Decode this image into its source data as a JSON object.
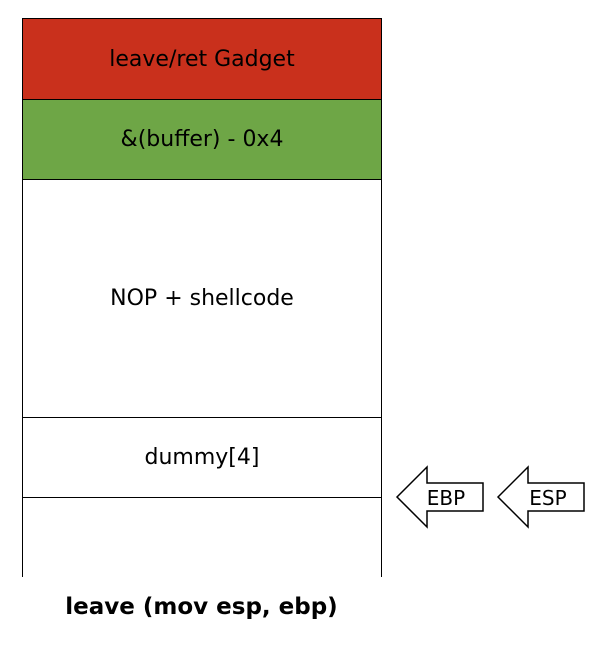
{
  "stack": {
    "cells": [
      {
        "label": "leave/ret Gadget",
        "color": "#c9301c"
      },
      {
        "label": "&(buffer) - 0x4",
        "color": "#6ea646"
      },
      {
        "label": "NOP + shellcode",
        "color": "#ffffff"
      },
      {
        "label": "dummy[4]",
        "color": "#ffffff"
      },
      {
        "label": "",
        "color": "#ffffff"
      }
    ]
  },
  "pointers": {
    "ebp": "EBP",
    "esp": "ESP"
  },
  "caption": "leave (mov esp, ebp)"
}
